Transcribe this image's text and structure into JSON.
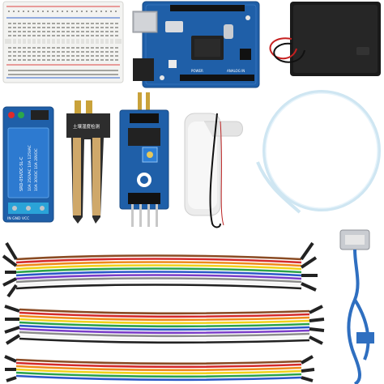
{
  "arduino": {
    "power_label": "POWER",
    "analog_label": "ANALOG IN"
  },
  "relay": {
    "model": "SRD-05VDC-SL-C",
    "rating_1": "10A 250VAC 10A 125VAC",
    "rating_2": "10A 30VDC 10A 28VDC",
    "pins": "IN  GND  VCC"
  },
  "soil_probe": {
    "label": "土壤湿度检测"
  },
  "colors": {
    "pcb_blue": "#1f5fa8",
    "breadboard": "#f3f3f1",
    "battery_case": "#1a1a1a",
    "tube": "#cfe6f2",
    "usb_cable": "#2f6fc0"
  }
}
